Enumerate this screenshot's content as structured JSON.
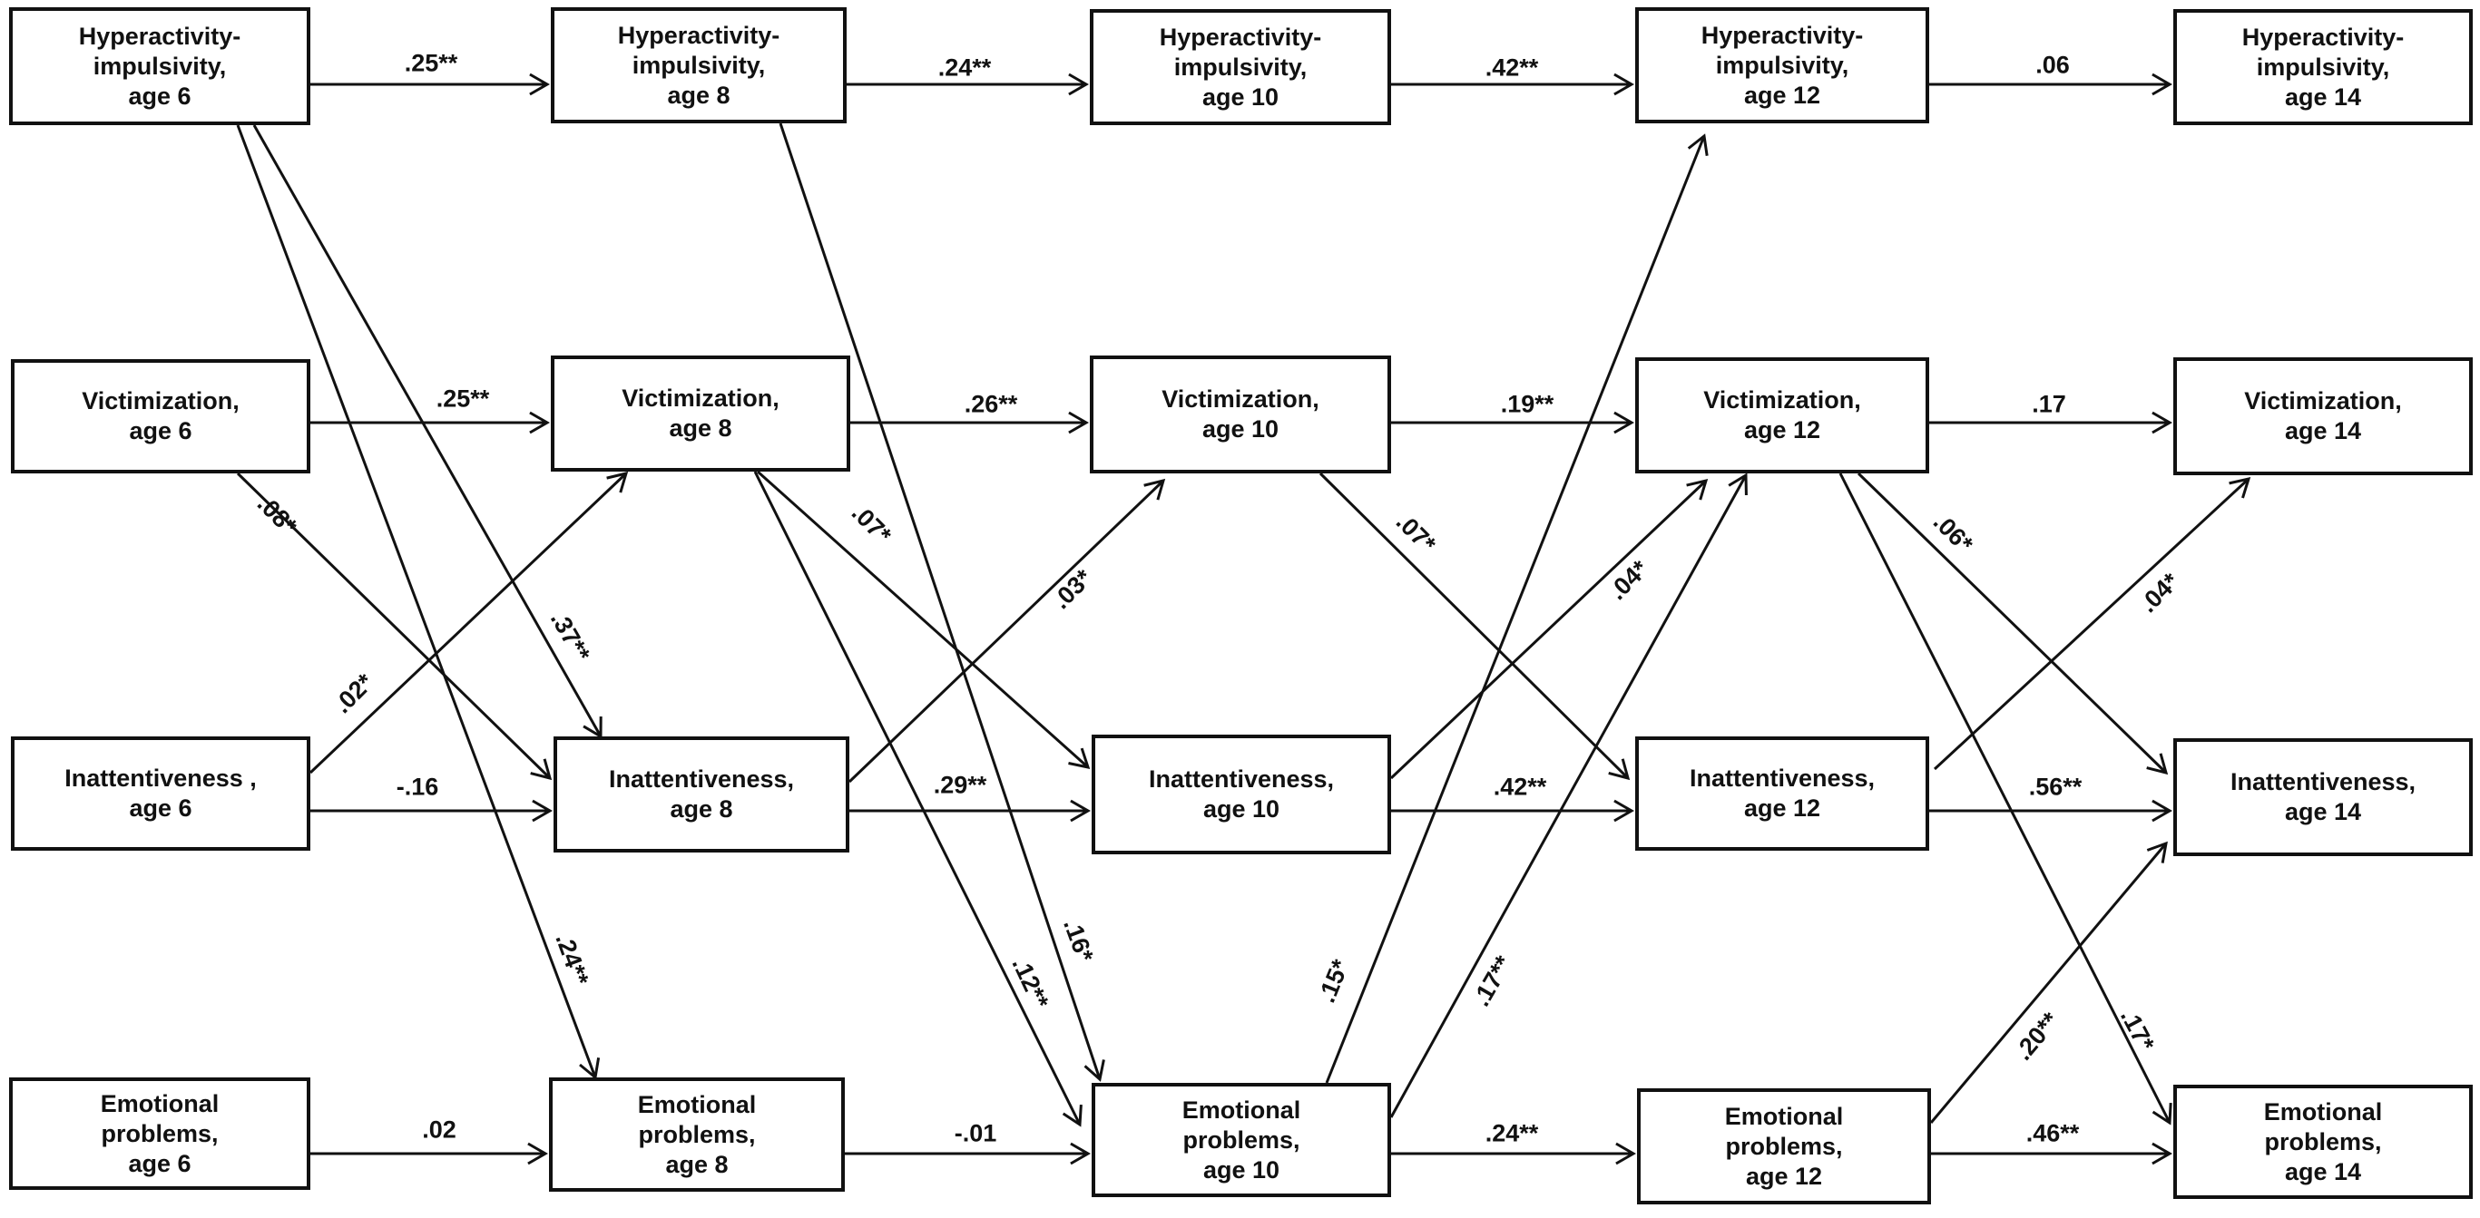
{
  "colors": {
    "ink": "#111111",
    "background": "#ffffff"
  },
  "nodes": {
    "hyper6": "Hyperactivity-\nimpulsivity,\nage 6",
    "hyper8": "Hyperactivity-\nimpulsivity,\nage 8",
    "hyper10": "Hyperactivity-\nimpulsivity,\nage 10",
    "hyper12": "Hyperactivity-\nimpulsivity,\nage 12",
    "hyper14": "Hyperactivity-\nimpulsivity,\nage 14",
    "vict6": "Victimization,\nage 6",
    "vict8": "Victimization,\nage 8",
    "vict10": "Victimization,\nage 10",
    "vict12": "Victimization,\nage 12",
    "vict14": "Victimization,\nage 14",
    "inatt6": "Inattentiveness ,\nage 6",
    "inatt8": "Inattentiveness,\nage 8",
    "inatt10": "Inattentiveness,\nage 10",
    "inatt12": "Inattentiveness,\nage 12",
    "inatt14": "Inattentiveness,\nage 14",
    "emo6": "Emotional\nproblems,\nage 6",
    "emo8": "Emotional\nproblems,\nage 8",
    "emo10": "Emotional\nproblems,\nage 10",
    "emo12": "Emotional\nproblems,\nage 12",
    "emo14": "Emotional\nproblems,\nage 14"
  },
  "edges": [
    {
      "id": "hyper6-hyper8",
      "label": ".25**"
    },
    {
      "id": "hyper8-hyper10",
      "label": ".24**"
    },
    {
      "id": "hyper10-hyper12",
      "label": ".42**"
    },
    {
      "id": "hyper12-hyper14",
      "label": ".06"
    },
    {
      "id": "vict6-vict8",
      "label": ".25**"
    },
    {
      "id": "vict8-vict10",
      "label": ".26**"
    },
    {
      "id": "vict10-vict12",
      "label": ".19**"
    },
    {
      "id": "vict12-vict14",
      "label": ".17"
    },
    {
      "id": "inatt6-inatt8",
      "label": "-.16"
    },
    {
      "id": "inatt8-inatt10",
      "label": ".29**"
    },
    {
      "id": "inatt10-inatt12",
      "label": ".42**"
    },
    {
      "id": "inatt12-inatt14",
      "label": ".56**"
    },
    {
      "id": "emo6-emo8",
      "label": ".02"
    },
    {
      "id": "emo8-emo10",
      "label": "-.01"
    },
    {
      "id": "emo10-emo12",
      "label": ".24**"
    },
    {
      "id": "emo12-emo14",
      "label": ".46**"
    },
    {
      "id": "vict6-inatt8",
      "label": ".08*"
    },
    {
      "id": "hyper6-inatt8",
      "label": ".37**"
    },
    {
      "id": "hyper6-emo8",
      "label": ".24**"
    },
    {
      "id": "inatt6-vict8",
      "label": ".02*"
    },
    {
      "id": "vict8-inatt10",
      "label": ".07*"
    },
    {
      "id": "vict8-emo10",
      "label": ".12**"
    },
    {
      "id": "hyper8-emo10",
      "label": ".16*"
    },
    {
      "id": "inatt8-vict10",
      "label": ".03*"
    },
    {
      "id": "vict10-inatt12",
      "label": ".07*"
    },
    {
      "id": "inatt10-vict12",
      "label": ".04*"
    },
    {
      "id": "emo10-hyper12",
      "label": ".15*"
    },
    {
      "id": "emo10-vict12",
      "label": ".17**"
    },
    {
      "id": "vict12-inatt14",
      "label": ".06*"
    },
    {
      "id": "vict12-emo14",
      "label": ".17*"
    },
    {
      "id": "inatt12-vict14",
      "label": ".04*"
    },
    {
      "id": "emo12-inatt14",
      "label": ".20**"
    }
  ]
}
